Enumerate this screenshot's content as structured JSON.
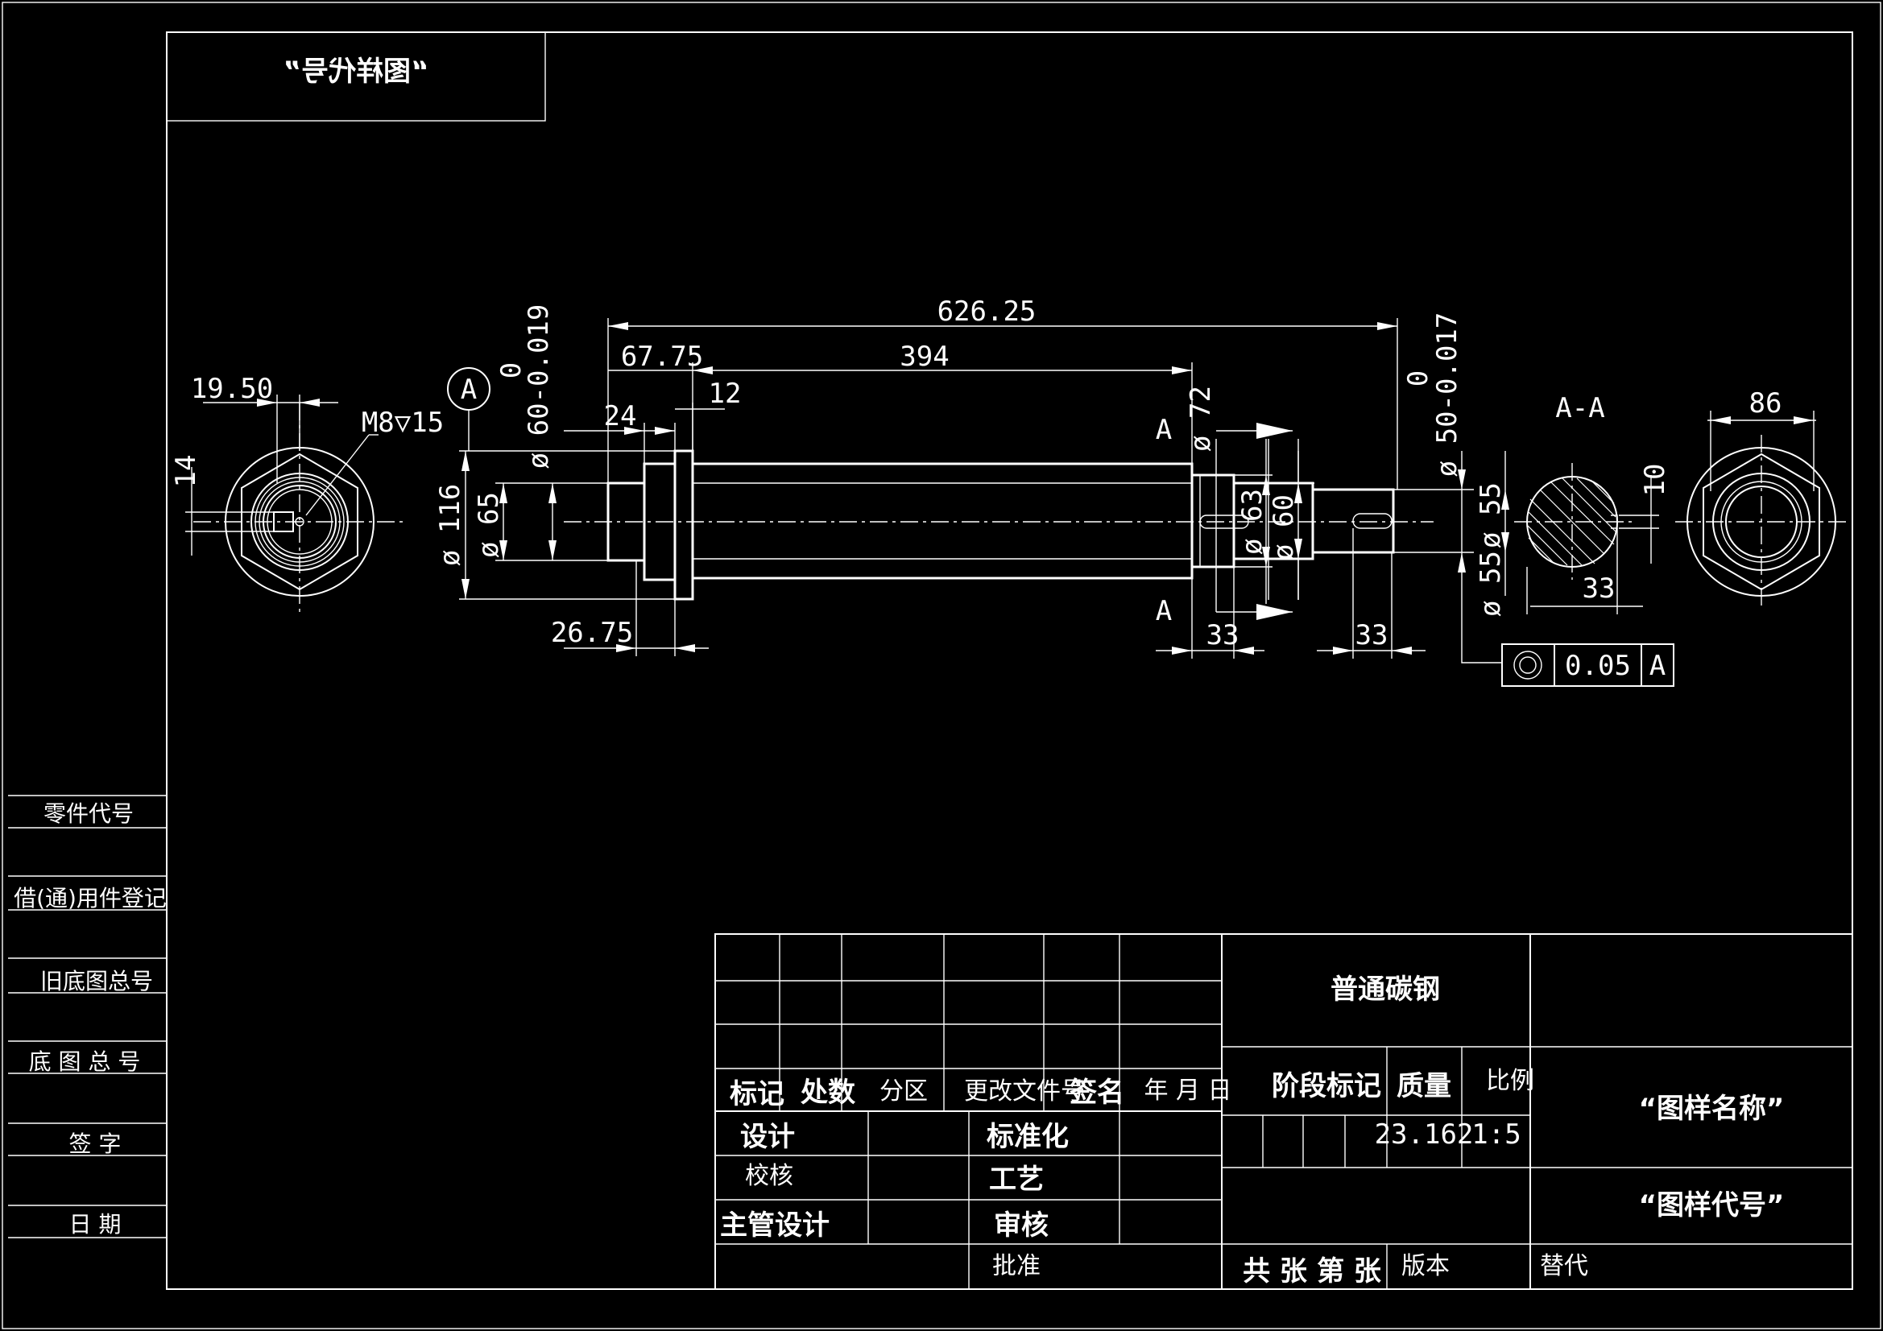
{
  "drawing": {
    "stamp_mirrored": "“图样代号”",
    "datum_label": "A",
    "section_label": "A-A",
    "section_mark_top": "A",
    "section_mark_bottom": "A",
    "dims": {
      "d626": "626.25",
      "d394": "394",
      "d6775": "67.75",
      "d24": "24",
      "d12": "12",
      "d1950": "19.50",
      "d14": "14",
      "thread": "M8▽15",
      "d116": "ø 116",
      "d65": "ø 65",
      "d60tol": "ø 60-0.019",
      "d60tol_upper": "0",
      "d2675": "26.75",
      "d72": "ø 72",
      "d63": "ø 63",
      "d60": "ø 60",
      "d50tol": "ø 50-0.017",
      "d50tol_upper": "0",
      "d55": "ø 55",
      "d55b": "ø 55",
      "d33a": "33",
      "d33b": "33",
      "d33c": "33",
      "d10": "10",
      "d86": "86"
    },
    "tolerance_frame": {
      "value": "0.05",
      "datum": "A"
    }
  },
  "side_panel": {
    "part_code": "零件代号",
    "borrowed_register": "借(通)用件登记",
    "old_drawing_no": "旧底图总号",
    "base_drawing_no": "底 图 总 号",
    "signature": "签   字",
    "date": "日   期"
  },
  "title_block": {
    "material": "普通碳钢",
    "mark": "标记",
    "count": "处数",
    "zone": "分区",
    "change_doc_no": "更改文件号",
    "sign": "签名",
    "ymd": "年 月 日",
    "design": "设计",
    "standardization": "标准化",
    "check": "校核",
    "process": "工艺",
    "chief_design": "主管设计",
    "review": "审核",
    "approve": "批准",
    "stage_mark": "阶段标记",
    "mass": "质量",
    "scale": "比例",
    "mass_value": "23.162",
    "scale_value": "1:5",
    "drawing_name": "“图样名称”",
    "drawing_code": "“图样代号”",
    "total_sheets": "共  张",
    "sheet_no": "第  张",
    "version": "版本",
    "replace": "替代"
  }
}
